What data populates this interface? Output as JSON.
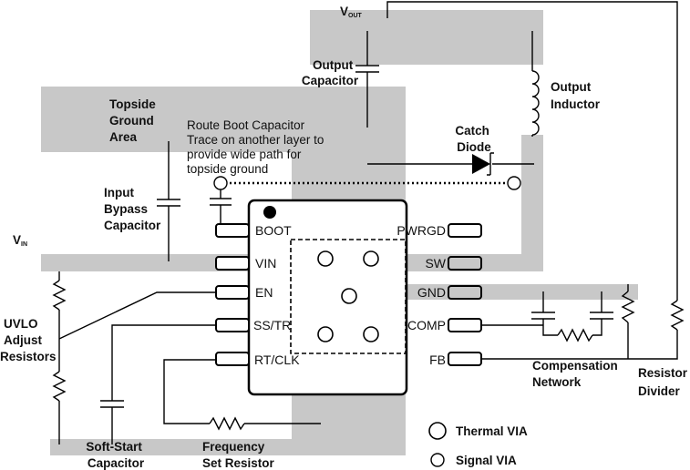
{
  "labels": {
    "vout_main": "V",
    "vout_sub": "OUT",
    "vin_main": "V",
    "vin_sub": "IN",
    "output_capacitor": [
      "Output",
      "Capacitor"
    ],
    "output_inductor": [
      "Output",
      "Inductor"
    ],
    "topside_ground": [
      "Topside",
      "Ground",
      "Area"
    ],
    "route_boot_note": [
      "Route Boot Capacitor",
      "Trace on another layer to",
      "provide wide path for",
      "topside ground"
    ],
    "catch_diode": [
      "Catch",
      "Diode"
    ],
    "input_bypass": [
      "Input",
      "Bypass",
      "Capacitor"
    ],
    "uvlo": [
      "UVLO",
      "Adjust",
      "Resistors"
    ],
    "soft_start": [
      "Soft-Start",
      "Capacitor"
    ],
    "frequency_set": [
      "Frequency",
      "Set Resistor"
    ],
    "compensation": [
      "Compensation",
      "Network"
    ],
    "resistor_divider": [
      "Resistor",
      "Divider"
    ],
    "thermal_via": "Thermal VIA",
    "signal_via": "Signal VIA"
  },
  "pins_left": [
    "BOOT",
    "VIN",
    "EN",
    "SS/TR",
    "RT/CLK"
  ],
  "pins_right": [
    "PWRGD",
    "SW",
    "GND",
    "COMP",
    "FB"
  ]
}
